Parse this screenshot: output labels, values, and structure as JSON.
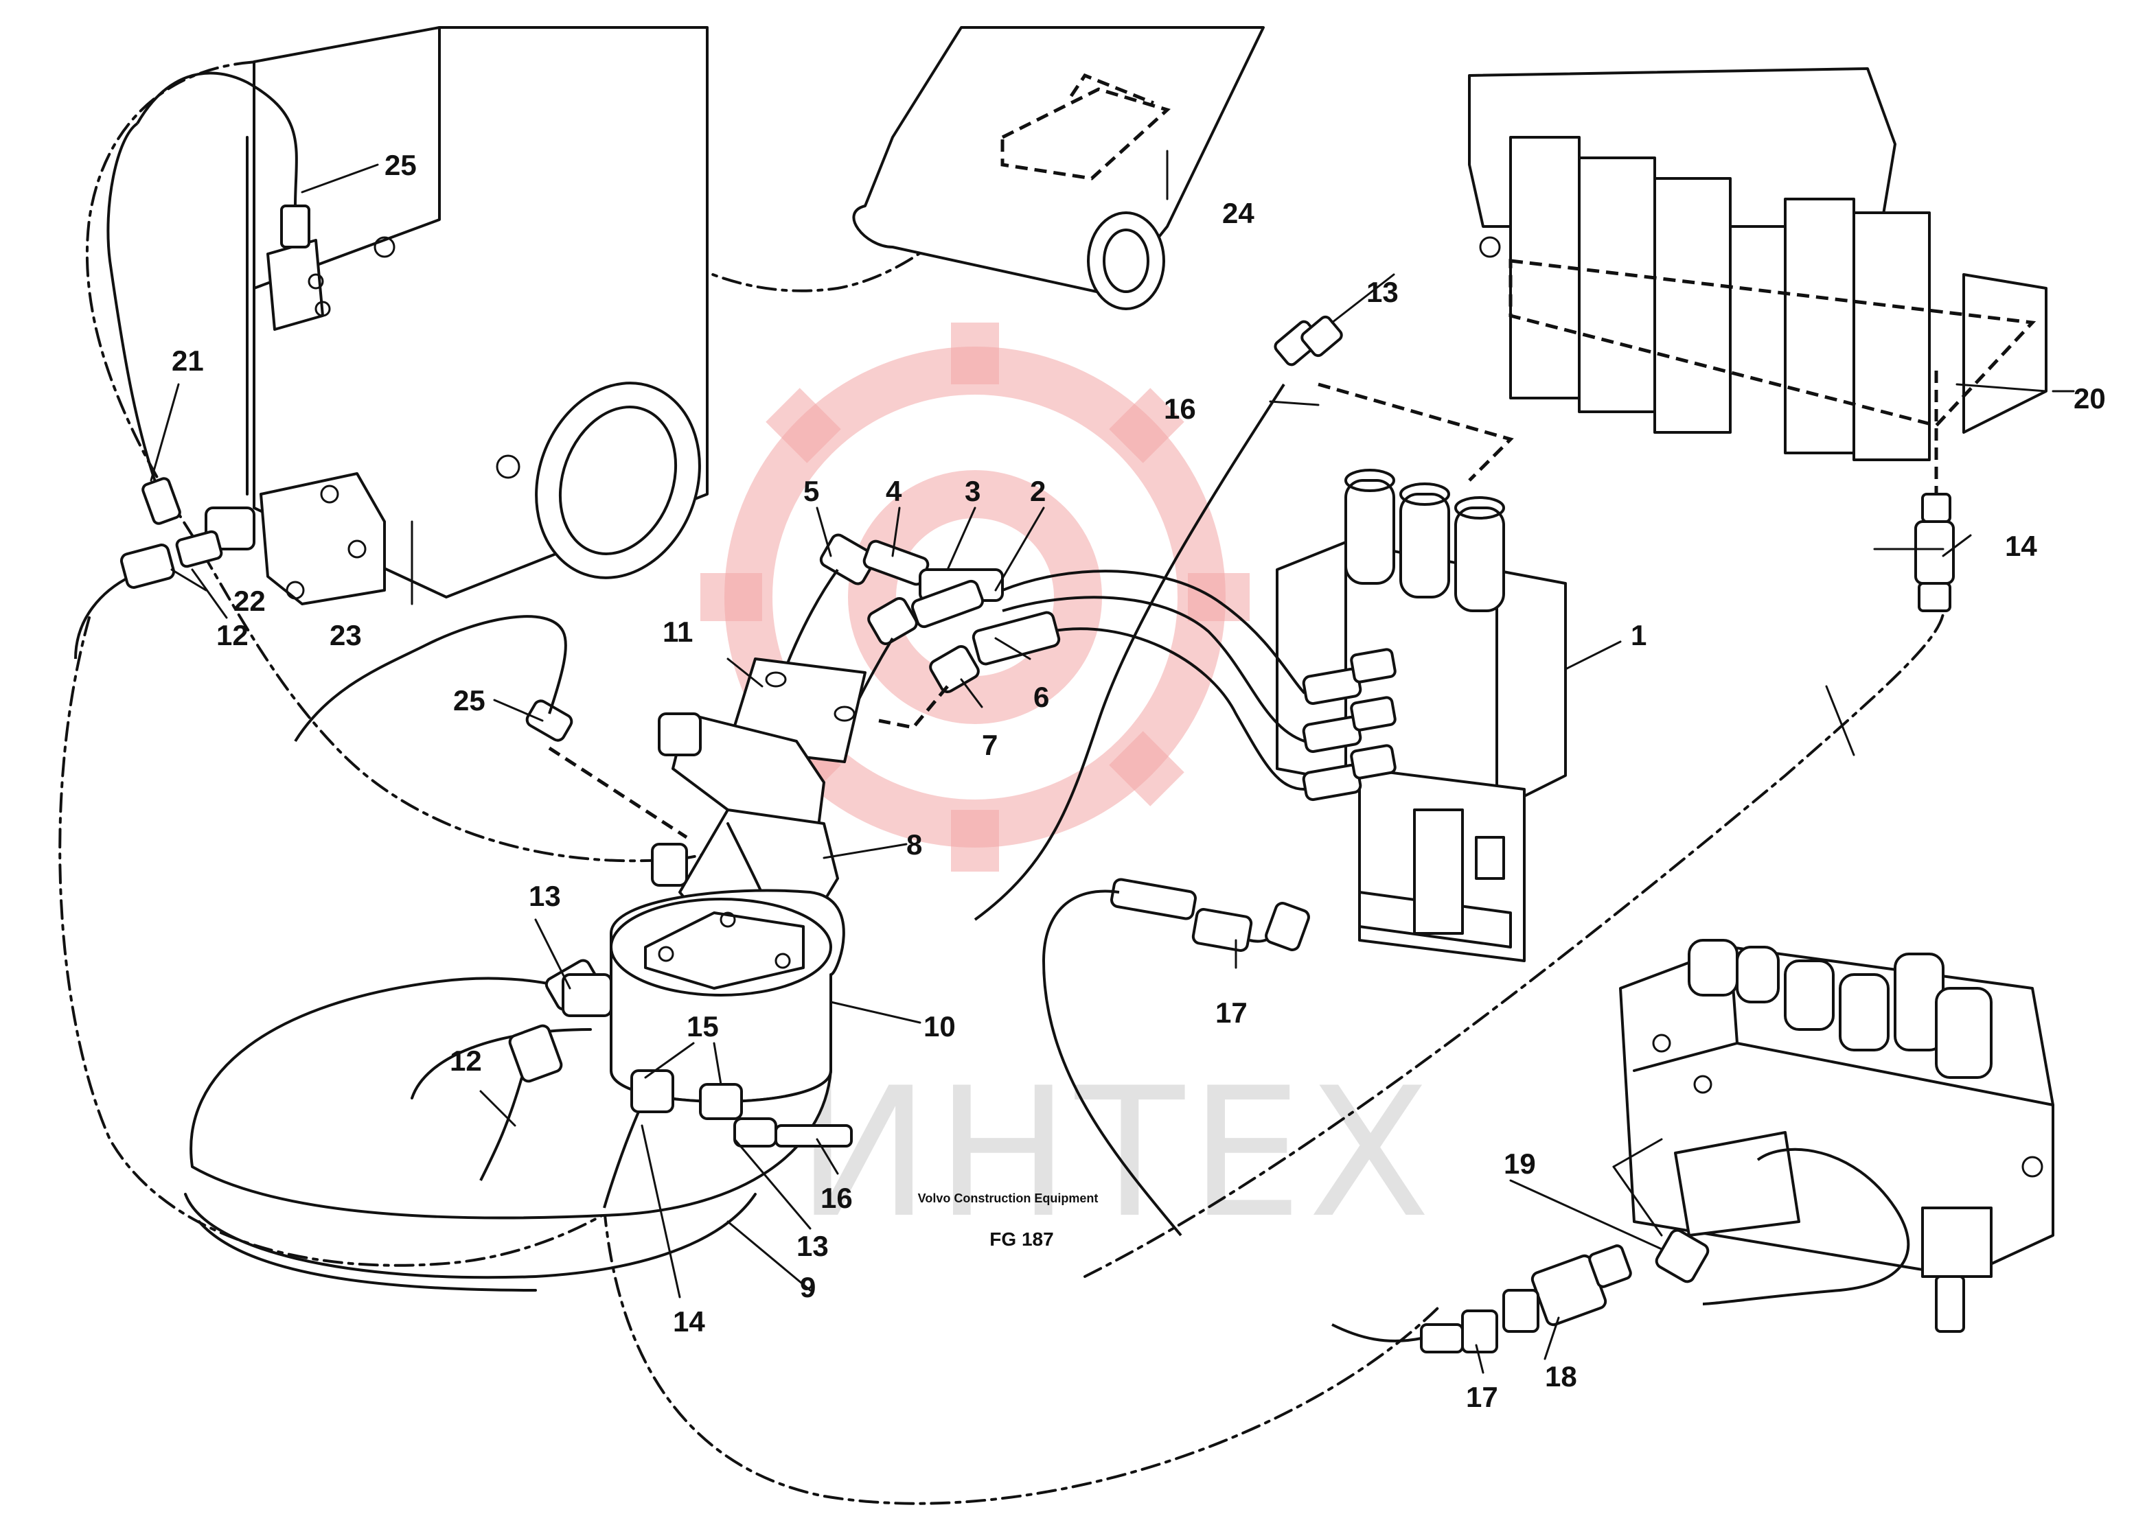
{
  "caption": {
    "manufacturer": "Volvo Construction Equipment",
    "code": "FG 187"
  },
  "watermark": {
    "text": "ИНТЕХ",
    "logo": "gear-logo-watermark",
    "color": "#f2a6a6"
  },
  "callouts": [
    "1",
    "2",
    "3",
    "4",
    "5",
    "6",
    "7",
    "8",
    "9",
    "10",
    "11",
    "12",
    "12",
    "13",
    "13",
    "13",
    "14",
    "14",
    "15",
    "16",
    "16",
    "17",
    "17",
    "18",
    "19",
    "20",
    "21",
    "22",
    "23",
    "24",
    "25",
    "25"
  ]
}
